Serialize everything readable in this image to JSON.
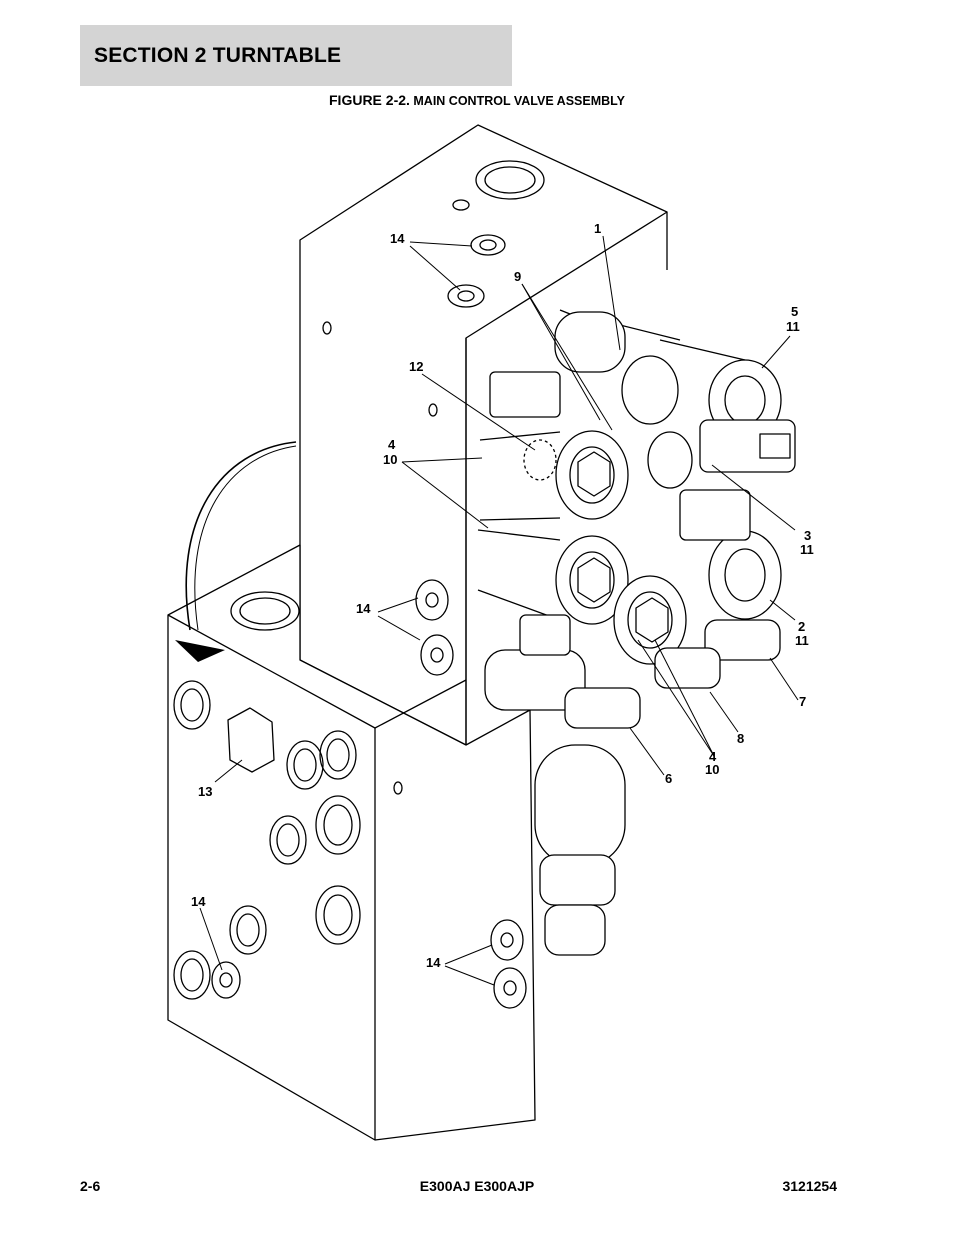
{
  "header": {
    "section_title": "SECTION 2   TURNTABLE"
  },
  "figure": {
    "number": "FIGURE 2-2.",
    "caption": " MAIN CONTROL VALVE ASSEMBLY"
  },
  "callouts": {
    "c1": "1",
    "c9": "9",
    "c5": "5",
    "c5b": "11",
    "c14a": "14",
    "c12": "12",
    "c4a": "4",
    "c4a2": "10",
    "c3": "3",
    "c3b": "11",
    "c2": "2",
    "c2b": "11",
    "c14b": "14",
    "c7": "7",
    "c8": "8",
    "c4b": "4",
    "c4b2": "10",
    "c6": "6",
    "c13": "13",
    "c14c": "14",
    "c14d": "14"
  },
  "footer": {
    "page": "2-6",
    "model": "E300AJ E300AJP",
    "doc_number": "3121254"
  }
}
